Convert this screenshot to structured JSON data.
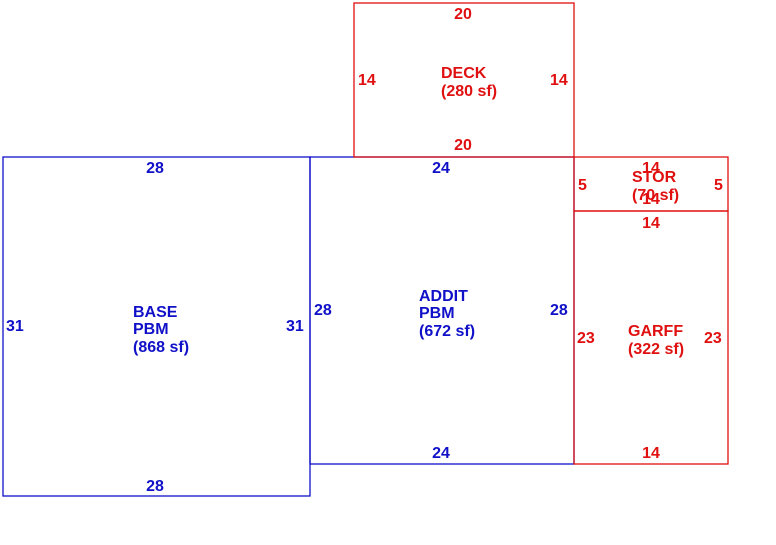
{
  "colors": {
    "blue": "#1010c8",
    "red": "#e01010"
  },
  "areas": {
    "base": {
      "lines": [
        "BASE",
        "PBM",
        "(868 sf)"
      ],
      "dims": {
        "top": "28",
        "bottom": "28",
        "left": "31",
        "right": "31"
      }
    },
    "addit": {
      "lines": [
        "ADDIT",
        "PBM",
        "(672 sf)"
      ],
      "dims": {
        "top": "24",
        "bottom": "24",
        "left": "28",
        "right": "28"
      }
    },
    "deck": {
      "lines": [
        "DECK",
        "(280 sf)"
      ],
      "dims": {
        "top": "20",
        "bottom": "20",
        "left": "14",
        "right": "14"
      }
    },
    "stor": {
      "lines": [
        "STOR",
        "(70 sf)"
      ],
      "dims": {
        "top": "14",
        "bottom": "14",
        "left": "5",
        "right": "5"
      }
    },
    "garff": {
      "lines": [
        "GARFF",
        "(322 sf)"
      ],
      "dims": {
        "top": "14",
        "bottom": "14",
        "left": "23",
        "right": "23"
      }
    }
  }
}
